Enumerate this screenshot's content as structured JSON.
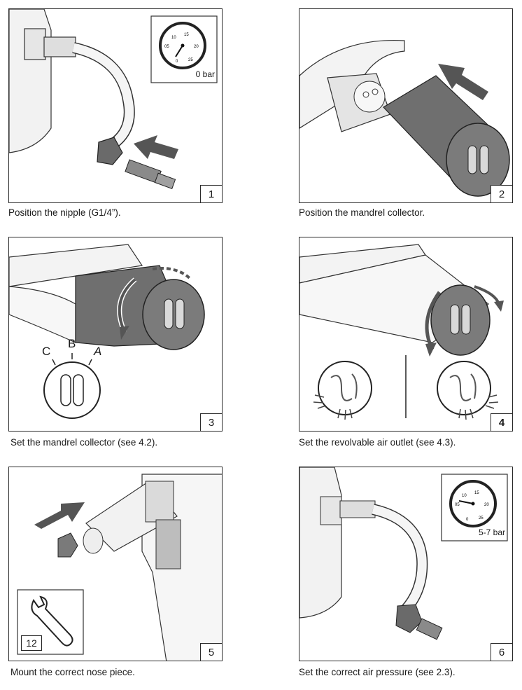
{
  "steps": [
    {
      "number": "1",
      "caption": "Position the nipple (G1/4”).",
      "gauge_reading": "0 bar"
    },
    {
      "number": "2",
      "caption": "Position the mandrel collector."
    },
    {
      "number": "3",
      "caption": "Set the mandrel collector (see 4.2).",
      "positions": [
        "C",
        "B",
        "A"
      ]
    },
    {
      "number": "4",
      "caption": "Set the revolvable air outlet (see 4.3)."
    },
    {
      "number": "5",
      "caption": "Mount the correct nose piece.",
      "wrench_size": "12"
    },
    {
      "number": "6",
      "caption": "Set the correct air pressure (see 2.3).",
      "gauge_reading": "5-7 bar"
    }
  ],
  "gauge_scale": [
    "05",
    "10",
    "15",
    "20",
    "25",
    "0"
  ]
}
